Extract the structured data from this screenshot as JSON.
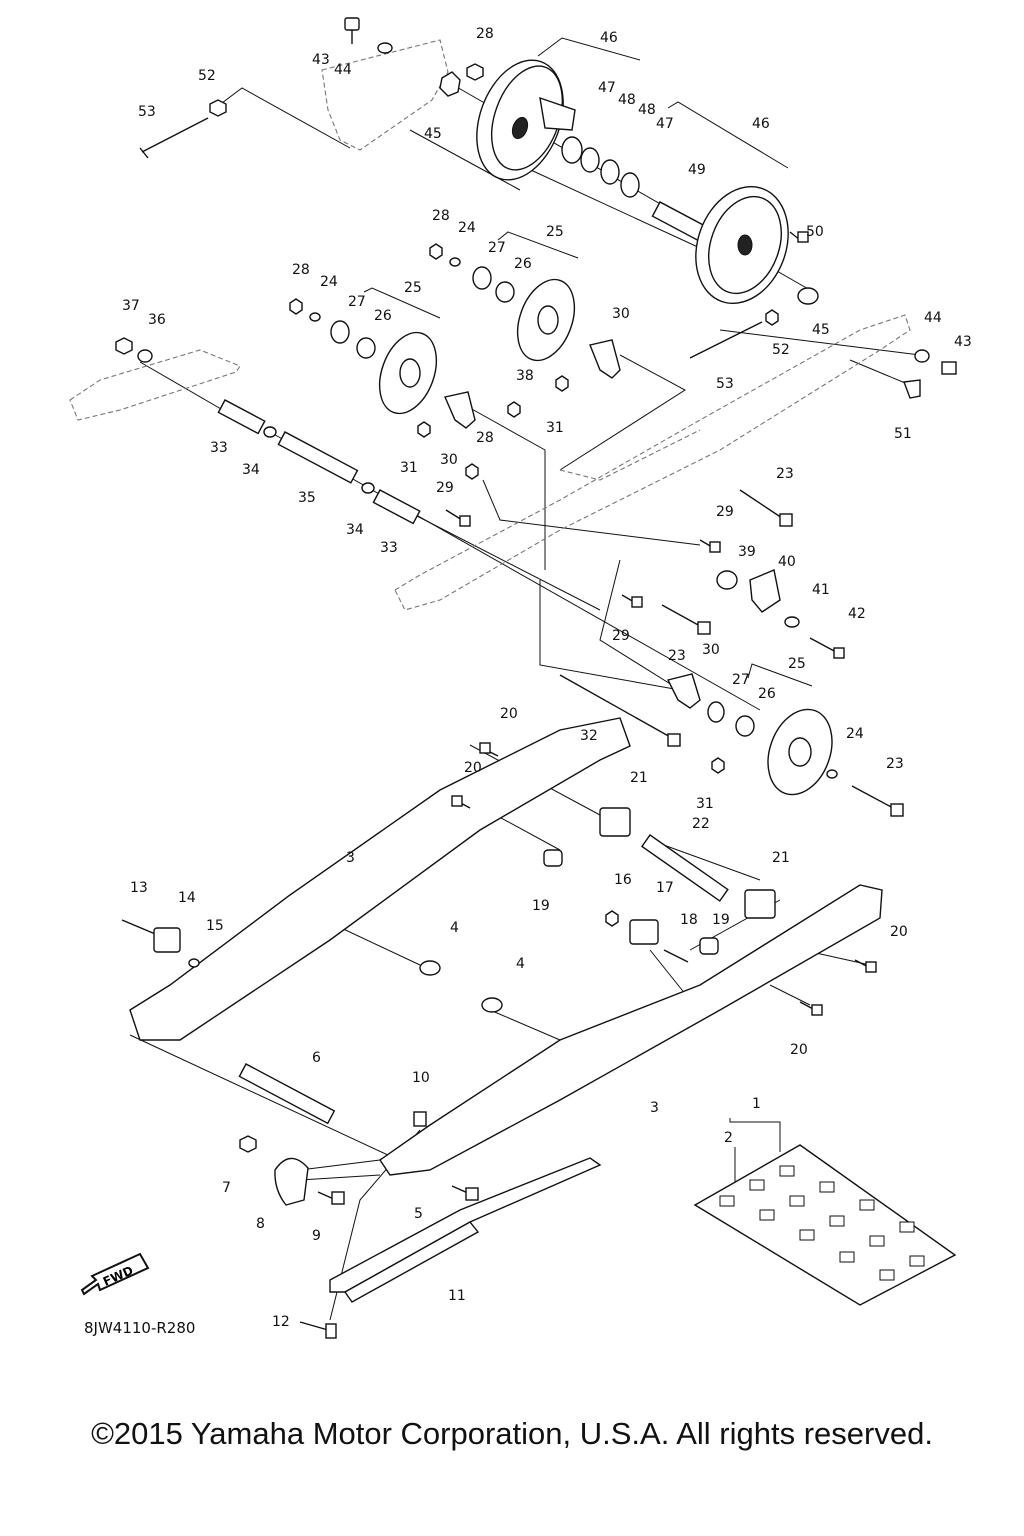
{
  "diagram": {
    "ref_code": "8JW4110-R280",
    "copyright": "©2015 Yamaha Motor Corporation, U.S.A. All rights reserved.",
    "fwd_label": "FWD",
    "part_labels": [
      {
        "id": "l43a",
        "text": "43"
      },
      {
        "id": "l44a",
        "text": "44"
      },
      {
        "id": "l52a",
        "text": "52"
      },
      {
        "id": "l53a",
        "text": "53"
      },
      {
        "id": "l45a",
        "text": "45"
      },
      {
        "id": "l28a",
        "text": "28"
      },
      {
        "id": "l46a",
        "text": "46"
      },
      {
        "id": "l47a",
        "text": "47"
      },
      {
        "id": "l48a",
        "text": "48"
      },
      {
        "id": "l48b",
        "text": "48"
      },
      {
        "id": "l47b",
        "text": "47"
      },
      {
        "id": "l46b",
        "text": "46"
      },
      {
        "id": "l49",
        "text": "49"
      },
      {
        "id": "l50",
        "text": "50"
      },
      {
        "id": "l28b",
        "text": "28"
      },
      {
        "id": "l24a",
        "text": "24"
      },
      {
        "id": "l27a",
        "text": "27"
      },
      {
        "id": "l26a",
        "text": "26"
      },
      {
        "id": "l25a",
        "text": "25"
      },
      {
        "id": "l28c",
        "text": "28"
      },
      {
        "id": "l24b",
        "text": "24"
      },
      {
        "id": "l27b",
        "text": "27"
      },
      {
        "id": "l26b",
        "text": "26"
      },
      {
        "id": "l25b",
        "text": "25"
      },
      {
        "id": "l37",
        "text": "37"
      },
      {
        "id": "l36",
        "text": "36"
      },
      {
        "id": "l30a",
        "text": "30"
      },
      {
        "id": "l45b",
        "text": "45"
      },
      {
        "id": "l44b",
        "text": "44"
      },
      {
        "id": "l43b",
        "text": "43"
      },
      {
        "id": "l52b",
        "text": "52"
      },
      {
        "id": "l53b",
        "text": "53"
      },
      {
        "id": "l38",
        "text": "38"
      },
      {
        "id": "l31a",
        "text": "31"
      },
      {
        "id": "l51",
        "text": "51"
      },
      {
        "id": "l33a",
        "text": "33"
      },
      {
        "id": "l34a",
        "text": "34"
      },
      {
        "id": "l31b",
        "text": "31"
      },
      {
        "id": "l30b",
        "text": "30"
      },
      {
        "id": "l28d",
        "text": "28"
      },
      {
        "id": "l35",
        "text": "35"
      },
      {
        "id": "l29a",
        "text": "29"
      },
      {
        "id": "l34b",
        "text": "34"
      },
      {
        "id": "l33b",
        "text": "33"
      },
      {
        "id": "l23a",
        "text": "23"
      },
      {
        "id": "l29b",
        "text": "29"
      },
      {
        "id": "l39",
        "text": "39"
      },
      {
        "id": "l40",
        "text": "40"
      },
      {
        "id": "l41",
        "text": "41"
      },
      {
        "id": "l42",
        "text": "42"
      },
      {
        "id": "l29c",
        "text": "29"
      },
      {
        "id": "l23b",
        "text": "23"
      },
      {
        "id": "l30c",
        "text": "30"
      },
      {
        "id": "l25c",
        "text": "25"
      },
      {
        "id": "l27c",
        "text": "27"
      },
      {
        "id": "l26c",
        "text": "26"
      },
      {
        "id": "l32",
        "text": "32"
      },
      {
        "id": "l20a",
        "text": "20"
      },
      {
        "id": "l24c",
        "text": "24"
      },
      {
        "id": "l23c",
        "text": "23"
      },
      {
        "id": "l20b",
        "text": "20"
      },
      {
        "id": "l21a",
        "text": "21"
      },
      {
        "id": "l31c",
        "text": "31"
      },
      {
        "id": "l22",
        "text": "22"
      },
      {
        "id": "l3a",
        "text": "3"
      },
      {
        "id": "l19a",
        "text": "19"
      },
      {
        "id": "l21b",
        "text": "21"
      },
      {
        "id": "l13",
        "text": "13"
      },
      {
        "id": "l14",
        "text": "14"
      },
      {
        "id": "l16",
        "text": "16"
      },
      {
        "id": "l17",
        "text": "17"
      },
      {
        "id": "l15",
        "text": "15"
      },
      {
        "id": "l18",
        "text": "18"
      },
      {
        "id": "l19b",
        "text": "19"
      },
      {
        "id": "l20c",
        "text": "20"
      },
      {
        "id": "l4a",
        "text": "4"
      },
      {
        "id": "l4b",
        "text": "4"
      },
      {
        "id": "l20d",
        "text": "20"
      },
      {
        "id": "l6",
        "text": "6"
      },
      {
        "id": "l10",
        "text": "10"
      },
      {
        "id": "l3b",
        "text": "3"
      },
      {
        "id": "l1",
        "text": "1"
      },
      {
        "id": "l2",
        "text": "2"
      },
      {
        "id": "l7",
        "text": "7"
      },
      {
        "id": "l8",
        "text": "8"
      },
      {
        "id": "l9",
        "text": "9"
      },
      {
        "id": "l5",
        "text": "5"
      },
      {
        "id": "l11",
        "text": "11"
      },
      {
        "id": "l12",
        "text": "12"
      }
    ]
  }
}
